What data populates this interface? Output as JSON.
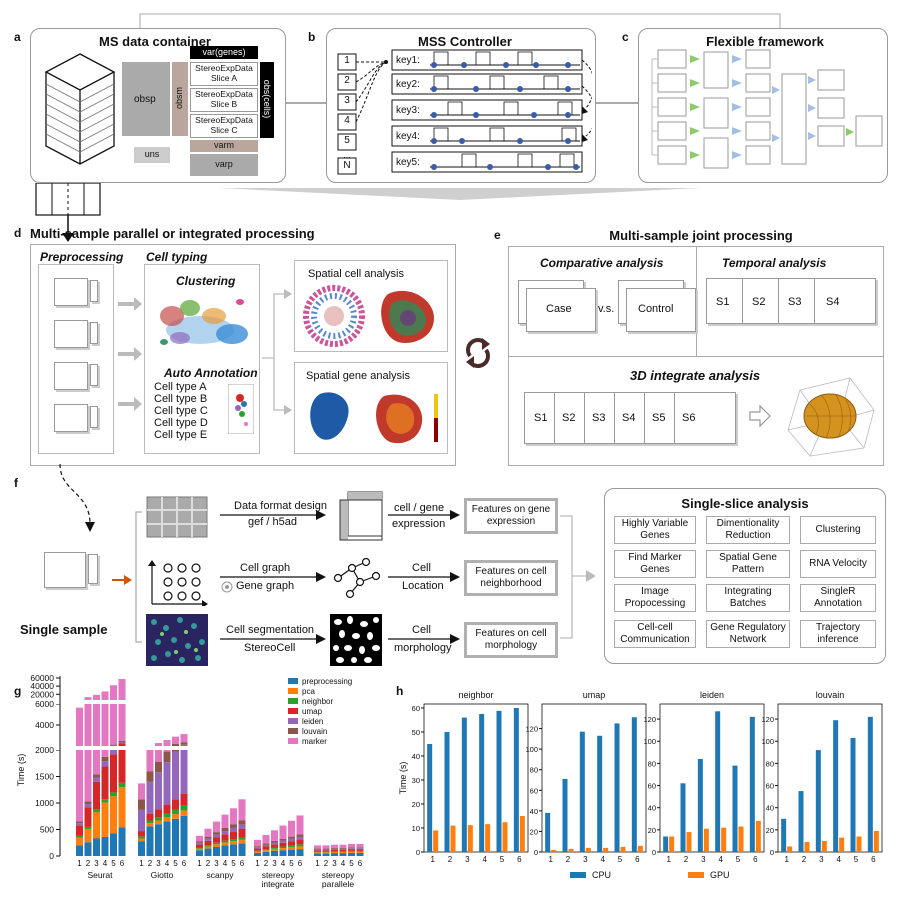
{
  "letters": {
    "a": "a",
    "b": "b",
    "c": "c",
    "d": "d",
    "e": "e",
    "f": "f",
    "g": "g",
    "h": "h"
  },
  "panel_a": {
    "title": "MS data container",
    "var": "var(genes)",
    "obs": "obs(cells)",
    "obsp": "obsp",
    "obsm": "obsm",
    "uns": "uns",
    "varm": "varm",
    "varp": "varp",
    "slices": [
      "StereoExpData Slice A",
      "StereoExpData Slice B",
      "StereoExpData Slice C"
    ]
  },
  "panel_b": {
    "title": "MSS Controller",
    "indices": [
      "1",
      "2",
      "3",
      "4",
      "5",
      "...",
      "N"
    ],
    "keys": [
      "key1:",
      "key2:",
      "key3:",
      "key4:",
      "key5:"
    ]
  },
  "panel_c": {
    "title": "Flexible framework"
  },
  "panel_d": {
    "title": "Multi-sample parallel or integrated processing",
    "preprocessing": "Preprocessing",
    "cell_typing": "Cell typing",
    "clustering": "Clustering",
    "auto_annotation": "Auto Annotation",
    "cell_types": [
      "Cell type A",
      "Cell type B",
      "Cell type C",
      "Cell type D",
      "Cell type E"
    ],
    "spatial_cell": "Spatial cell analysis",
    "spatial_gene": "Spatial gene analysis"
  },
  "panel_e": {
    "title": "Multi-sample joint processing",
    "comparative": "Comparative analysis",
    "case": "Case",
    "vs": "v.s.",
    "control": "Control",
    "temporal": "Temporal analysis",
    "temporal_slices": [
      "S1",
      "S2",
      "S3",
      "S4"
    ],
    "integrate3d": "3D integrate analysis",
    "int_slices": [
      "S1",
      "S2",
      "S3",
      "S4",
      "S5",
      "S6"
    ]
  },
  "panel_f": {
    "single_sample": "Single sample",
    "data_format": "Data format design",
    "gef": "gef / h5ad",
    "cell_gene": "cell / gene",
    "expression": "expression",
    "cell_graph": "Cell graph",
    "gene_graph": "Gene graph",
    "cell": "Cell",
    "location": "Location",
    "cell_seg": "Cell segmentation",
    "stereocell": "StereoCell",
    "cell2": "Cell",
    "morphology": "morphology",
    "feat1": "Features on gene expression",
    "feat2": "Features on cell neighborhood",
    "feat3": "Features on cell morphology",
    "ss_title": "Single-slice analysis",
    "ss_items": [
      "Highly Variable Genes",
      "Dimentionality Reduction",
      "Clustering",
      "Find Marker Genes",
      "Spatial Gene Pattern",
      "RNA Velocity",
      "Image Propocessing",
      "Integrating Batches",
      "SingleR Annotation",
      "Cell-cell Communication",
      "Gene Regulatory Network",
      "Trajectory inference"
    ]
  },
  "colors": {
    "preprocessing": "#1f77b4",
    "pca": "#ff7f0e",
    "neighbor": "#2ca02c",
    "umap": "#d62728",
    "leiden": "#9467bd",
    "louvain": "#8c564b",
    "marker": "#e377c2",
    "cpu": "#1f77b4",
    "gpu": "#ff7f0e"
  },
  "chart_data": [
    {
      "type": "bar",
      "stacked": true,
      "ylabel": "Time (s)",
      "yticks_top": [
        "60000",
        "40000",
        "20000",
        "6000",
        "4000"
      ],
      "yticks_bottom": [
        "2000",
        "1500",
        "1000",
        "500",
        "0"
      ],
      "groups": [
        "Seurat",
        "Giotto",
        "scanpy",
        "stereopy integrate",
        "stereopy parallele"
      ],
      "categories": [
        "1",
        "2",
        "3",
        "4",
        "5",
        "6"
      ],
      "series": [
        {
          "name": "preprocessing",
          "values": [
            [
              200,
              260,
              330,
              360,
              430,
              540
            ],
            [
              280,
              560,
              600,
              650,
              700,
              760
            ],
            [
              110,
              140,
              170,
              200,
              220,
              240
            ],
            [
              60,
              80,
              100,
              110,
              120,
              130
            ],
            [
              50,
              50,
              55,
              55,
              60,
              60
            ]
          ]
        },
        {
          "name": "pca",
          "values": [
            [
              150,
              250,
              500,
              650,
              700,
              760
            ],
            [
              50,
              60,
              70,
              80,
              90,
              100
            ],
            [
              30,
              40,
              50,
              55,
              60,
              65
            ],
            [
              25,
              30,
              35,
              40,
              45,
              50
            ],
            [
              20,
              20,
              22,
              22,
              24,
              24
            ]
          ]
        },
        {
          "name": "neighbor",
          "values": [
            [
              30,
              40,
              50,
              60,
              70,
              80
            ],
            [
              40,
              50,
              60,
              70,
              80,
              90
            ],
            [
              20,
              25,
              30,
              35,
              40,
              45
            ],
            [
              15,
              20,
              25,
              30,
              35,
              40
            ],
            [
              10,
              10,
              10,
              10,
              12,
              12
            ]
          ]
        },
        {
          "name": "umap",
          "values": [
            [
              200,
              370,
              520,
              620,
              720,
              860
            ],
            [
              100,
              130,
              150,
              170,
              200,
              220
            ],
            [
              60,
              80,
              100,
              120,
              140,
              160
            ],
            [
              40,
              50,
              60,
              70,
              80,
              90
            ],
            [
              30,
              30,
              32,
              32,
              34,
              34
            ]
          ]
        },
        {
          "name": "leiden",
          "values": [
            [
              40,
              60,
              80,
              100,
              120,
              140
            ],
            [
              400,
              600,
              700,
              800,
              900,
              950
            ],
            [
              30,
              40,
              50,
              60,
              70,
              80
            ],
            [
              25,
              30,
              35,
              40,
              45,
              50
            ],
            [
              15,
              15,
              16,
              16,
              17,
              17
            ]
          ]
        },
        {
          "name": "louvain",
          "values": [
            [
              30,
              50,
              60,
              80,
              90,
              110
            ],
            [
              200,
              200,
              200,
              200,
              220,
              220
            ],
            [
              30,
              40,
              50,
              60,
              70,
              80
            ],
            [
              20,
              25,
              30,
              35,
              40,
              45
            ],
            [
              15,
              15,
              16,
              16,
              17,
              17
            ]
          ]
        },
        {
          "name": "marker",
          "values": [
            [
              5000,
              12000,
              17000,
              25000,
              40000,
              55000
            ],
            [
              300,
              400,
              500,
              600,
              700,
              800
            ],
            [
              100,
              150,
              200,
              250,
              300,
              400
            ],
            [
              120,
              160,
              200,
              250,
              300,
              360
            ],
            [
              60,
              60,
              62,
              62,
              64,
              64
            ]
          ]
        }
      ]
    },
    {
      "type": "bar",
      "panels": [
        {
          "title": "neighbor",
          "ymax": 60,
          "yticks": [
            0,
            10,
            20,
            30,
            40,
            50,
            60
          ],
          "cpu": [
            45,
            50,
            56,
            57.5,
            58.8,
            60
          ],
          "gpu": [
            9,
            11,
            11.2,
            11.6,
            12.4,
            15
          ]
        },
        {
          "title": "umap",
          "ymax": 140,
          "yticks": [
            0,
            20,
            40,
            60,
            80,
            100,
            120
          ],
          "cpu": [
            38,
            71,
            117,
            113,
            125,
            131
          ],
          "gpu": [
            2,
            3,
            4,
            4,
            5,
            6
          ]
        },
        {
          "title": "leiden",
          "ymax": 130,
          "yticks": [
            0,
            20,
            40,
            60,
            80,
            100,
            120
          ],
          "cpu": [
            14,
            62,
            84,
            127,
            78,
            122
          ],
          "gpu": [
            14,
            18,
            21,
            22,
            23,
            28
          ]
        },
        {
          "title": "louvain",
          "ymax": 130,
          "yticks": [
            0,
            20,
            40,
            60,
            80,
            100,
            120
          ],
          "cpu": [
            30,
            55,
            92,
            119,
            103,
            122
          ],
          "gpu": [
            5,
            9,
            10,
            13,
            14,
            19
          ]
        }
      ],
      "categories": [
        "1",
        "2",
        "3",
        "4",
        "5",
        "6"
      ],
      "ylabel": "Time (s)",
      "legend": [
        "CPU",
        "GPU"
      ]
    }
  ]
}
